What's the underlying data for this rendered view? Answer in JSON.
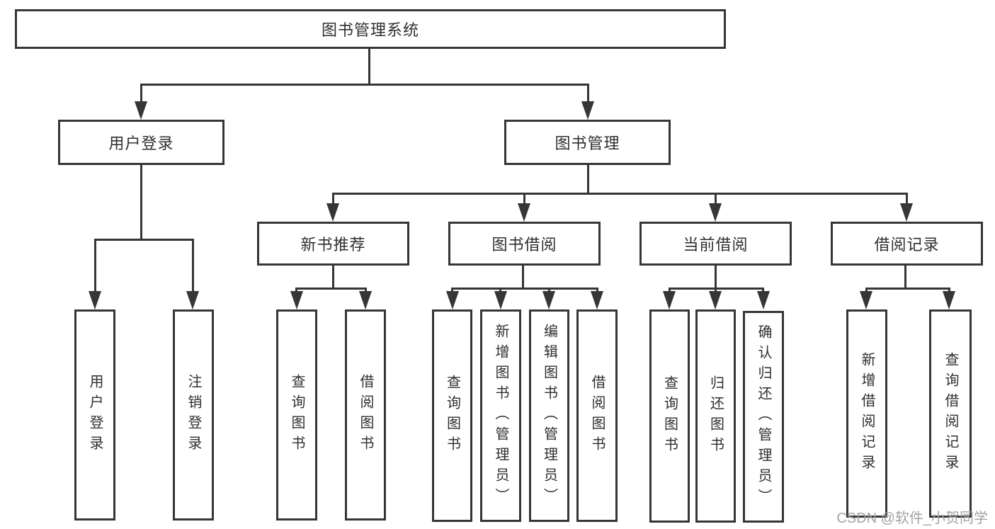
{
  "colors": {
    "line": "#363636",
    "text": "#2f2f2f",
    "box-bg": "#ffffff",
    "watermark": "#a3a3a3",
    "background": "#ffffff"
  },
  "root": {
    "label": "图书管理系统"
  },
  "level2": [
    {
      "label": "用户登录"
    },
    {
      "label": "图书管理"
    }
  ],
  "level3": [
    {
      "label": "新书推荐"
    },
    {
      "label": "图书借阅"
    },
    {
      "label": "当前借阅"
    },
    {
      "label": "借阅记录"
    }
  ],
  "leaves": [
    {
      "label": "用户登录"
    },
    {
      "label": "注销登录"
    },
    {
      "label": "查询图书"
    },
    {
      "label": "借阅图书"
    },
    {
      "label": "查询图书"
    },
    {
      "label": "新增图书（管理员）"
    },
    {
      "label": "编辑图书（管理员）"
    },
    {
      "label": "借阅图书"
    },
    {
      "label": "查询图书"
    },
    {
      "label": "归还图书"
    },
    {
      "label": "确认归还（管理员）"
    },
    {
      "label": "新增借阅记录"
    },
    {
      "label": "查询借阅记录"
    }
  ],
  "watermark": {
    "text": "CSDN @软件_小贺同学"
  }
}
